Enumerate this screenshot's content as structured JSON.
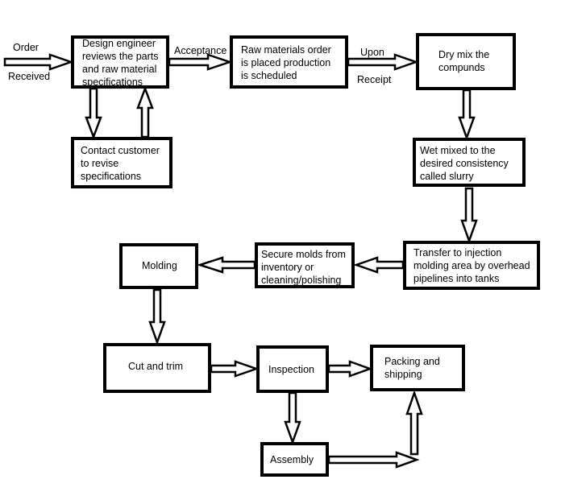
{
  "nodes": {
    "design": [
      "Design engineer",
      "reviews the parts",
      "and raw material",
      "specifications"
    ],
    "contact": [
      "Contact customer",
      "to revise",
      "specifications"
    ],
    "raw": [
      "Raw materials order",
      "is placed production",
      "is scheduled"
    ],
    "dry": [
      "Dry mix the",
      "compunds"
    ],
    "wet": [
      "Wet mixed to the",
      "desired consistency",
      "called slurry"
    ],
    "transfer": [
      "Transfer to injection",
      "molding area by overhead",
      "pipelines into tanks"
    ],
    "secure": [
      "Secure molds from",
      "inventory or",
      "cleaning/polishing"
    ],
    "molding": [
      "Molding"
    ],
    "cut": [
      "Cut and trim"
    ],
    "inspection": [
      "Inspection"
    ],
    "packing": [
      "Packing and",
      "shipping"
    ],
    "assembly": [
      "Assembly"
    ]
  },
  "edge_labels": {
    "order": "Order",
    "received": "Received",
    "acceptance": "Acceptance",
    "upon": "Upon",
    "receipt": "Receipt"
  }
}
